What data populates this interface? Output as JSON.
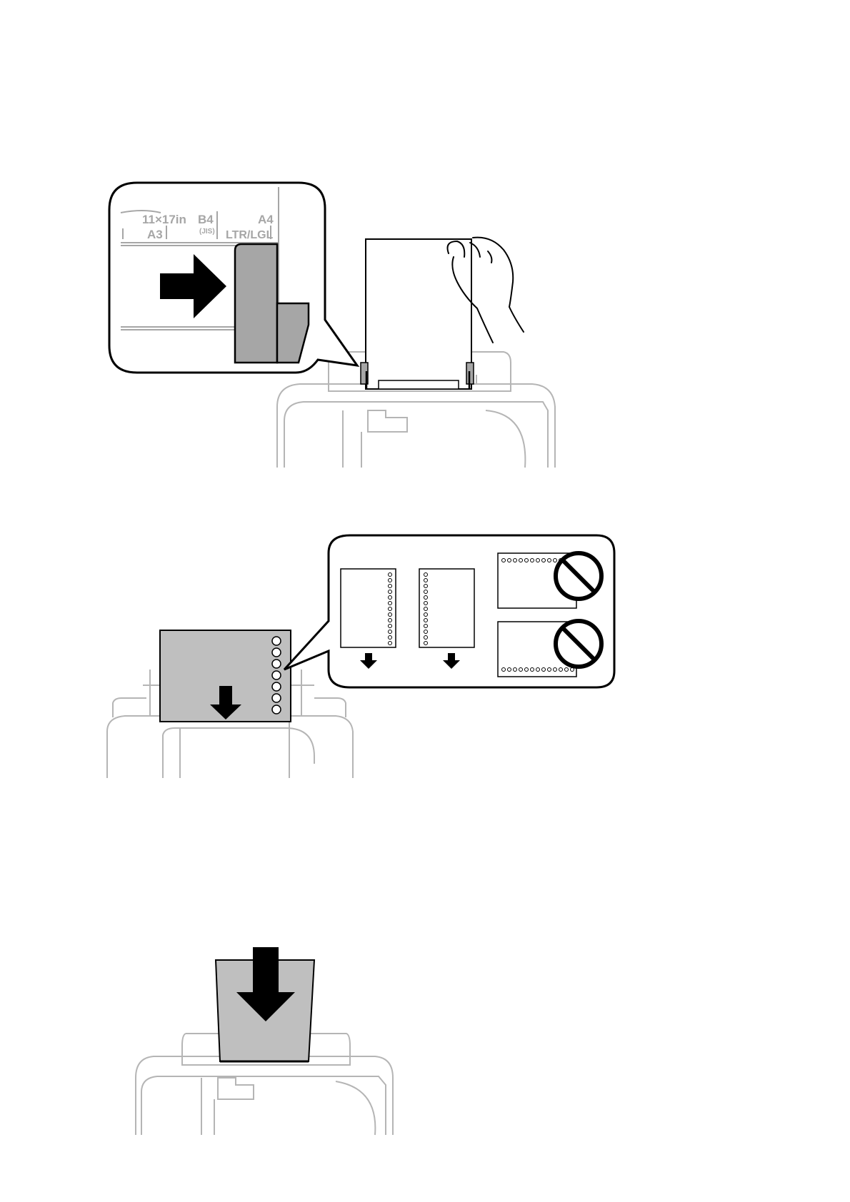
{
  "figure1": {
    "guide_labels": {
      "label_11x17": "11×17in",
      "label_a3": "A3",
      "label_b4": "B4",
      "label_jis": "(JIS)",
      "label_a4": "A4",
      "label_ltr_lgl": "LTR/LGL"
    },
    "icons": [
      "right-arrow-icon",
      "hand-icon",
      "printer-icon",
      "paper-sheet-icon"
    ]
  },
  "figure2": {
    "callout_examples": [
      {
        "holes_side": "right",
        "allowed": true
      },
      {
        "holes_side": "left",
        "allowed": true
      },
      {
        "holes_side": "top",
        "allowed": false
      },
      {
        "holes_side": "bottom",
        "allowed": false
      }
    ],
    "icons": [
      "down-arrow-icon",
      "prohibited-icon",
      "hole-punched-paper-icon",
      "printer-icon"
    ]
  },
  "figure3": {
    "icons": [
      "down-arrow-icon",
      "paper-sheet-icon",
      "printer-icon"
    ]
  },
  "colors": {
    "line": "#000000",
    "printer_outline": "#b5b5b5",
    "paper_fill": "#bfbfbf",
    "guide_fill": "#a6a6a6"
  }
}
